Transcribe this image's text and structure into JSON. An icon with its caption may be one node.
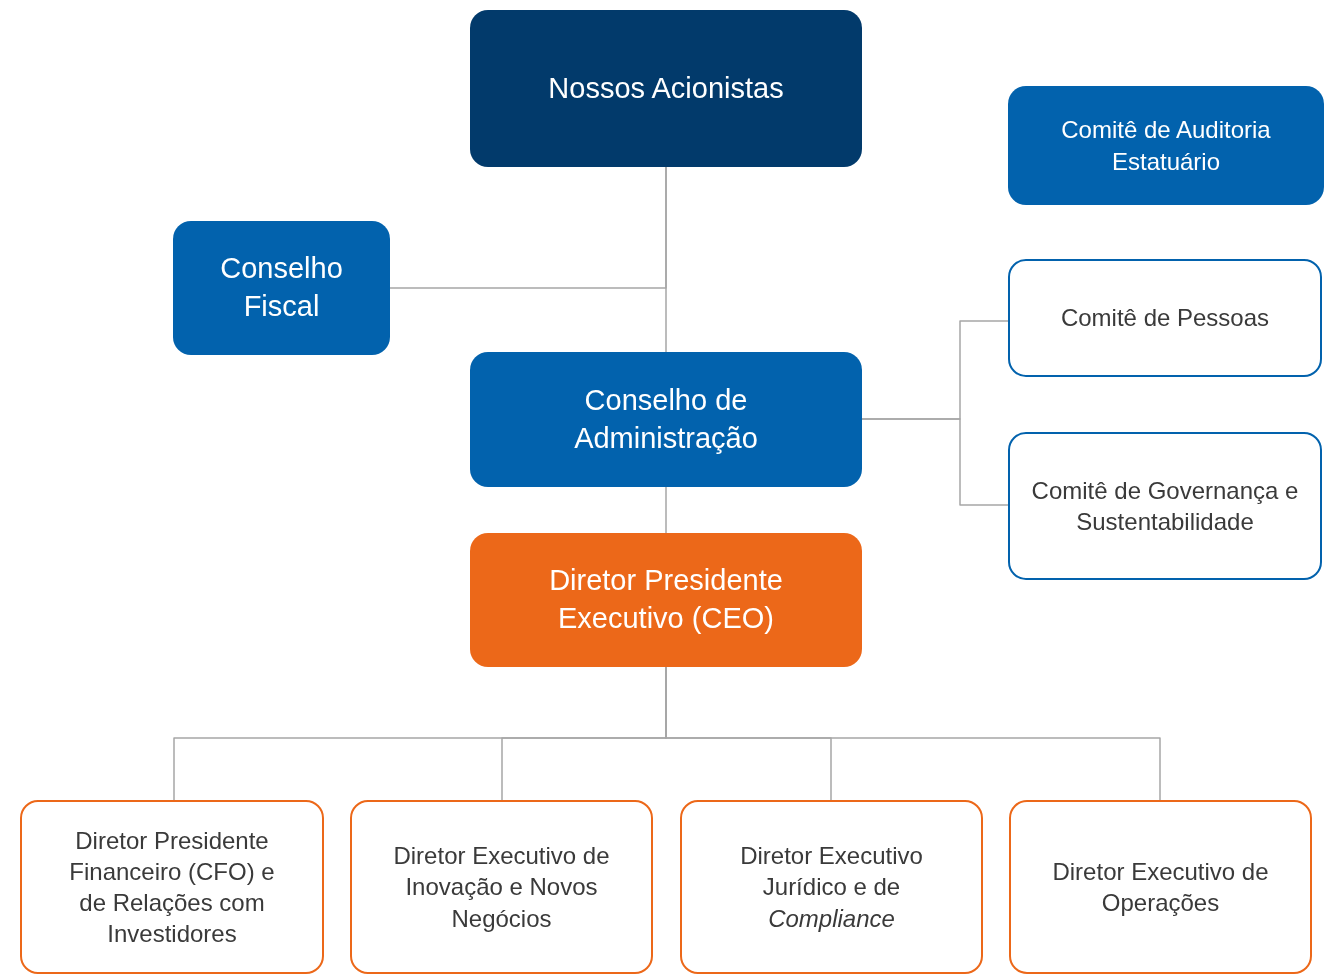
{
  "diagram": {
    "nodes": [
      {
        "text": [
          "Nossos Acionistas"
        ]
      },
      {
        "text": [
          "Conselho Fiscal"
        ]
      },
      {
        "text": [
          "Conselho de Administração"
        ]
      },
      {
        "text": [
          "Diretor Presidente Executivo (CEO)"
        ]
      },
      {
        "text": [
          "Comitê de Auditoria Estatuário"
        ]
      },
      {
        "text": [
          "Comitê de Pessoas"
        ]
      },
      {
        "text": [
          "Comitê de Governança e Sustentabilidade"
        ]
      },
      {
        "text": [
          "Diretor Presidente Financeiro (CFO) e de Relações com Investidores"
        ]
      },
      {
        "text": [
          "Diretor Executivo de Inovação e Novos Negócios"
        ]
      },
      {
        "text": [
          "Diretor Executivo Jurídico e de *Compliance*"
        ]
      },
      {
        "text": [
          "Diretor Executivo de Operações"
        ]
      }
    ],
    "edges": [
      {
        "from": 0,
        "to": 1,
        "arrow": "none"
      },
      {
        "from": 0,
        "to": 2,
        "arrow": "none"
      },
      {
        "from": 2,
        "to": 3,
        "arrow": "none"
      },
      {
        "from": 2,
        "to": 5,
        "arrow": "none"
      },
      {
        "from": 2,
        "to": 6,
        "arrow": "none"
      },
      {
        "from": 3,
        "to": 7,
        "arrow": "none"
      },
      {
        "from": 3,
        "to": 8,
        "arrow": "none"
      },
      {
        "from": 3,
        "to": 9,
        "arrow": "none"
      },
      {
        "from": 3,
        "to": 10,
        "arrow": "none"
      }
    ]
  }
}
